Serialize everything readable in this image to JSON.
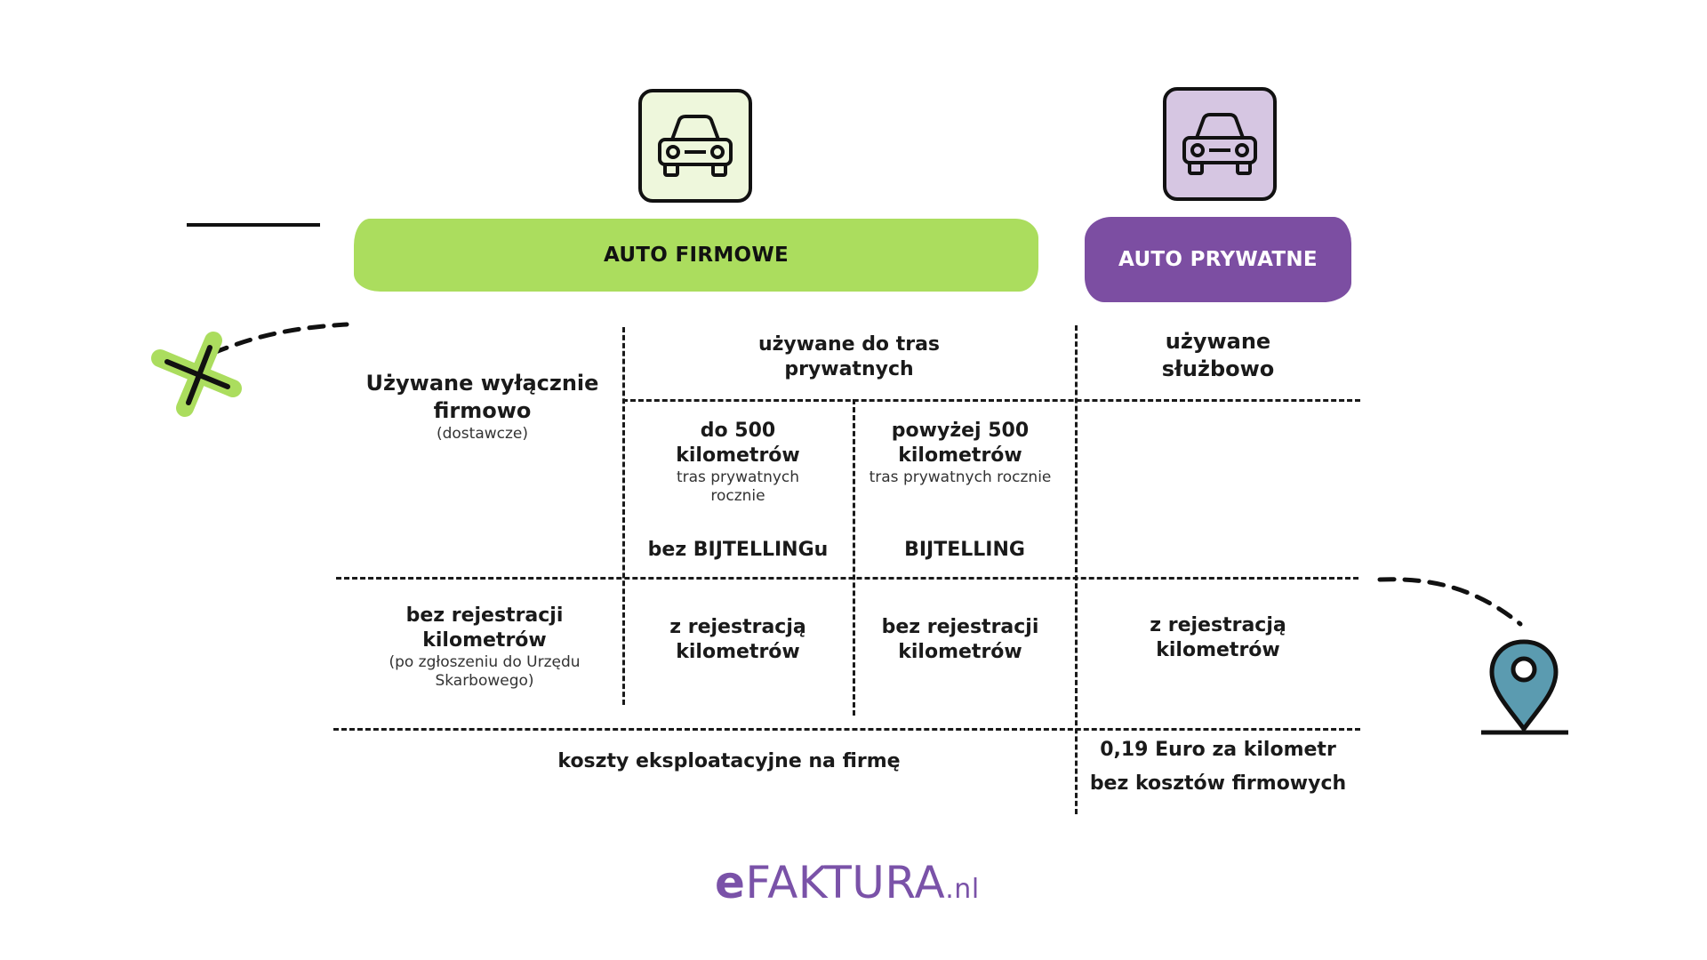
{
  "columns": {
    "company_car": {
      "label": "AUTO FIRMOWE",
      "color": "#abdd5e",
      "icon": "car-icon"
    },
    "private_car": {
      "label": "AUTO PRYWATNE",
      "color": "#7c4ea2",
      "icon": "car-icon"
    }
  },
  "row_usage": {
    "business_only": {
      "title": "Używane wyłącznie firmowo",
      "note": "(dostawcze)"
    },
    "private_trips": {
      "title": "używane do tras prywatnych"
    },
    "business_use": {
      "title": "używane służbowo"
    },
    "under_500": {
      "title": "do 500 kilometrów",
      "note": "tras prywatnych rocznie",
      "result": "bez BIJTELLINGu"
    },
    "over_500": {
      "title": "powyżej 500 kilometrów",
      "note": "tras prywatnych rocznie",
      "result": "BIJTELLING"
    }
  },
  "row_registration": {
    "col1": {
      "title": "bez rejestracji kilometrów",
      "note": "(po zgłoszeniu do Urzędu Skarbowego)"
    },
    "col2": {
      "title": "z rejestracją kilometrów"
    },
    "col3": {
      "title": "bez rejestracji kilometrów"
    },
    "col4": {
      "title": "z rejestracją kilometrów"
    }
  },
  "row_costs": {
    "company": "koszty eksploatacyjne na firmę",
    "private_line1": "0,19 Euro za kilometr",
    "private_line2": "bez kosztów firmowych"
  },
  "logo": {
    "e": "e",
    "main": "FAKTURA",
    "suffix": ".nl"
  },
  "colors": {
    "green": "#abdd5e",
    "purple": "#7c4ea2",
    "pin": "#5b9bb0",
    "car_green_bg": "#eef7dc",
    "car_purple_bg": "#d6c6e2"
  }
}
